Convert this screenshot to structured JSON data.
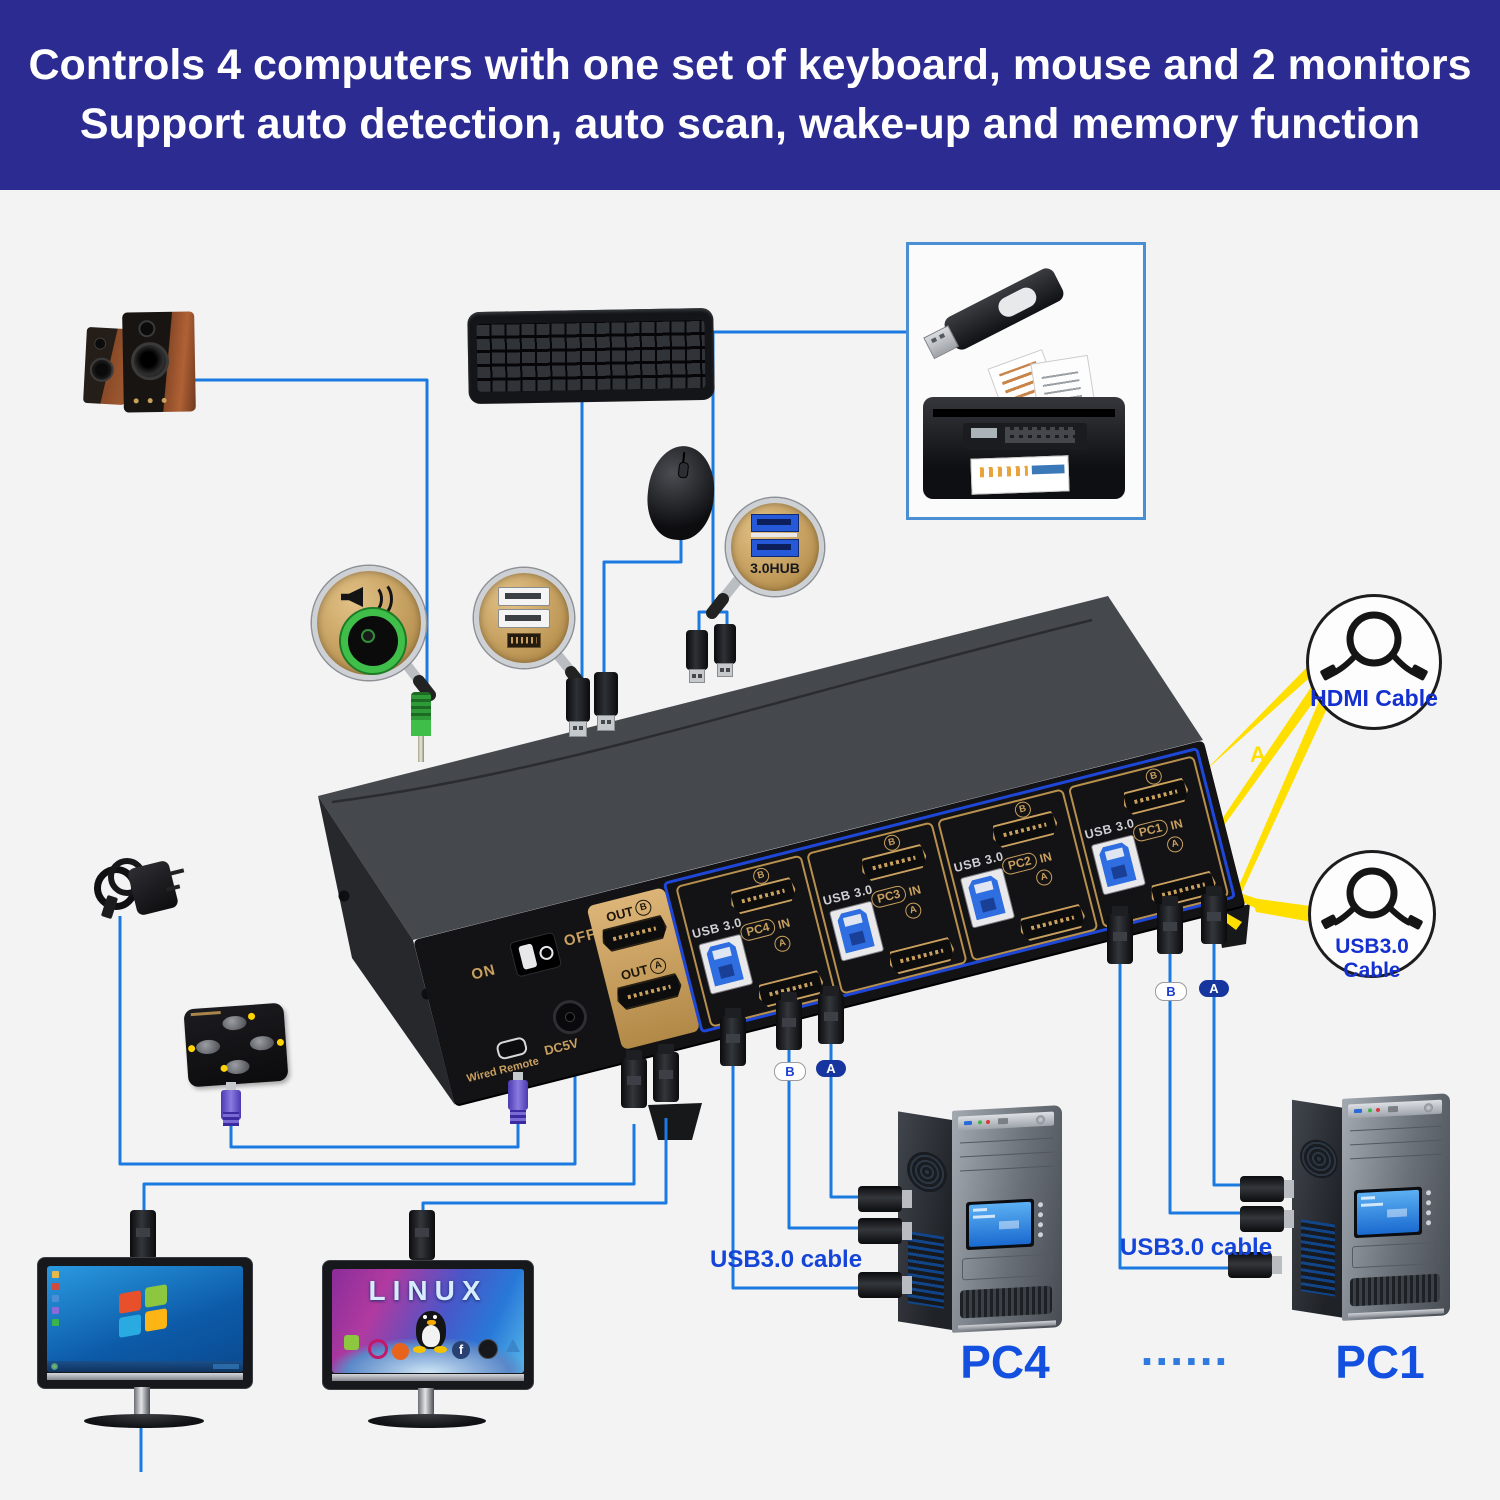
{
  "header": {
    "line1": "Controls 4 computers with one set of keyboard, mouse and 2 monitors",
    "line2": "Support auto detection, auto scan, wake-up and memory function"
  },
  "device": {
    "on": "ON",
    "off": "OFF",
    "out_prefix": "OUT",
    "a": "A",
    "b": "B",
    "dc": "DC5V",
    "wired_remote": "Wired Remote",
    "usb30": "USB 3.0",
    "in_suffix": "IN",
    "sections": [
      {
        "pc": "PC4"
      },
      {
        "pc": "PC3"
      },
      {
        "pc": "PC2"
      },
      {
        "pc": "PC1"
      }
    ]
  },
  "magnifier": {
    "hub_label": "3.0HUB"
  },
  "cables": {
    "hdmi_label": "HDMI Cable",
    "usb3_label": "USB3.0 Cable",
    "beam_a": "A"
  },
  "badges": {
    "a": "A",
    "b": "B"
  },
  "connections": {
    "usb3_cable_left": "USB3.0 cable",
    "usb3_cable_right": "USB3.0 cable"
  },
  "computers": {
    "pc4": "PC4",
    "dots": "......",
    "pc1": "PC1"
  },
  "monitors": {
    "linux": "LINUX",
    "fedora": "f"
  }
}
